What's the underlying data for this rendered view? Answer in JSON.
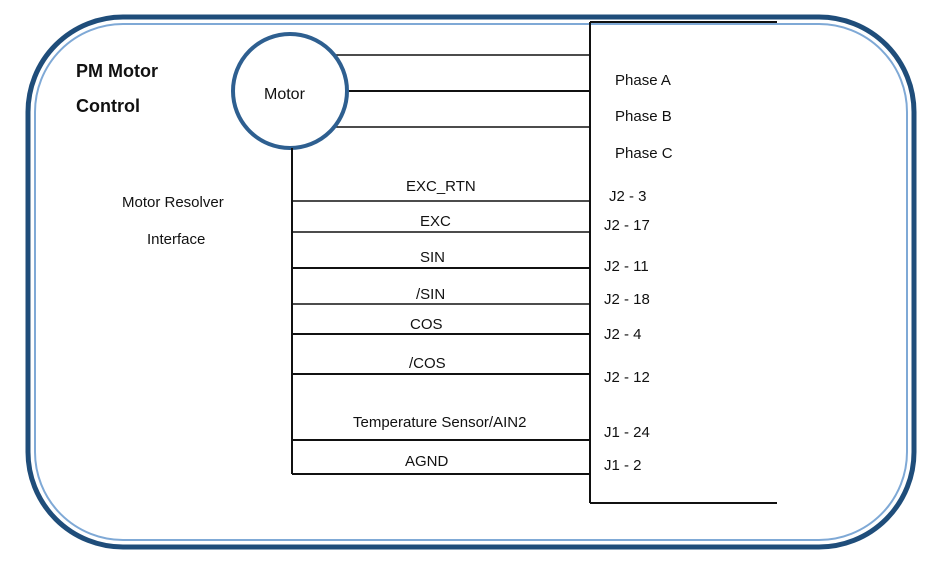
{
  "title": {
    "line1": "PM Motor",
    "line2": "Control"
  },
  "motor_label": "Motor",
  "resolver_label": {
    "line1": "Motor Resolver",
    "line2": "Interface"
  },
  "phases": [
    "Phase A",
    "Phase B",
    "Phase C"
  ],
  "signals": [
    {
      "name": "EXC_RTN",
      "pin": "J2 - 3"
    },
    {
      "name": "EXC",
      "pin": "J2 - 17"
    },
    {
      "name": "SIN",
      "pin": "J2 - 11"
    },
    {
      "name": "/SIN",
      "pin": "J2 - 18"
    },
    {
      "name": "COS",
      "pin": "J2 - 4"
    },
    {
      "name": "/COS",
      "pin": "J2 - 12"
    },
    {
      "name": "Temperature Sensor/AIN2",
      "pin": "J1 - 24"
    },
    {
      "name": "AGND",
      "pin": "J1 - 2"
    }
  ],
  "colors": {
    "frame_outer": "#1f4d7a",
    "frame_inner": "#5b8fc7",
    "motor_circle": "#2e5f90",
    "wire": "#111111"
  }
}
